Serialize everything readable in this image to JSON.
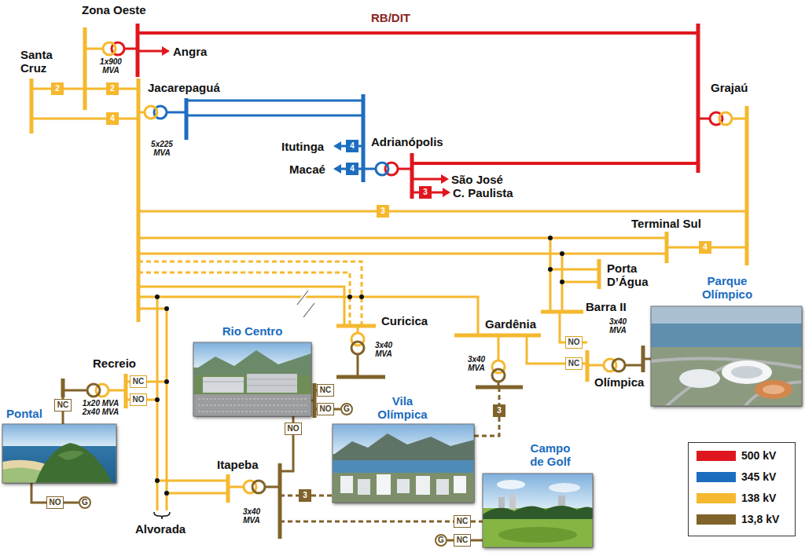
{
  "diagram": {
    "nodes": [
      {
        "text": [
          "2"
        ]
      },
      {
        "text": [
          "2"
        ]
      },
      {
        "text": [
          "4"
        ]
      },
      {
        "text": [
          "4"
        ]
      },
      {
        "text": [
          "4"
        ]
      },
      {
        "text": [
          "3"
        ]
      },
      {
        "text": [
          "3"
        ]
      },
      {
        "text": [
          "4"
        ]
      },
      {
        "text": [
          "NO"
        ]
      },
      {
        "text": [
          "NC"
        ]
      },
      {
        "text": [
          "NC"
        ]
      },
      {
        "text": [
          "NO"
        ]
      },
      {
        "text": [
          "NC"
        ]
      },
      {
        "text": [
          "NO"
        ]
      },
      {
        "text": [
          "G"
        ]
      },
      {
        "text": [
          "NC"
        ]
      },
      {
        "text": [
          "NO"
        ]
      },
      {
        "text": [
          "G"
        ]
      },
      {
        "text": [
          "NO"
        ]
      },
      {
        "text": [
          "3"
        ]
      },
      {
        "text": [
          "3"
        ]
      },
      {
        "text": [
          "NC"
        ]
      },
      {
        "text": [
          "NC"
        ]
      },
      {
        "text": [
          "G"
        ]
      },
      {
        "text": [
          "Pontal"
        ]
      },
      {
        "text": [
          "Rio Centro"
        ]
      },
      {
        "text": [
          "Vila Olímpica"
        ]
      },
      {
        "text": [
          "Campo de Golf"
        ]
      },
      {
        "text": [
          "Parque Olímpico"
        ]
      }
    ],
    "edges": [
      {
        "from": 23,
        "to": 22,
        "arrow": "none"
      },
      {
        "from": 22,
        "to": 27,
        "arrow": "none"
      },
      {
        "from": 21,
        "to": 27,
        "arrow": "none"
      },
      {
        "from": 19,
        "to": 26,
        "arrow": "none"
      },
      {
        "from": 20,
        "to": 26,
        "arrow": "none"
      },
      {
        "from": 12,
        "to": 24,
        "arrow": "none"
      },
      {
        "from": 24,
        "to": 13,
        "arrow": "none"
      },
      {
        "from": 13,
        "to": 14,
        "arrow": "none"
      },
      {
        "from": 16,
        "to": 17,
        "arrow": "none"
      },
      {
        "from": 25,
        "to": 18,
        "arrow": "none"
      }
    ],
    "labels": [
      "RB/DIT",
      "Zona Oeste",
      "Angra",
      "1x900 MVA",
      "Santa Cruz",
      "Jacarepaguá",
      "5x225 MVA",
      "Grajaú",
      "Itutinga",
      "Macaé",
      "Adrianópolis",
      "São José",
      "C. Paulista",
      "Terminal Sul",
      "Porta D’Água",
      "Barra II",
      "3x40 MVA",
      "Olímpica",
      "Curicica",
      "3x40 MVA",
      "Gardênia",
      "3x40 MVA",
      "Recreio",
      "1x20 MVA 2x40 MVA",
      "Itapeba",
      "3x40 MVA",
      "Alvorada"
    ],
    "legend": [
      {
        "text": "500 kV",
        "color": "#e0161e"
      },
      {
        "text": "345 kV",
        "color": "#1d6dbf"
      },
      {
        "text": "138 kV",
        "color": "#f5b82e"
      },
      {
        "text": "13,8 kV",
        "color": "#80632a"
      }
    ]
  }
}
